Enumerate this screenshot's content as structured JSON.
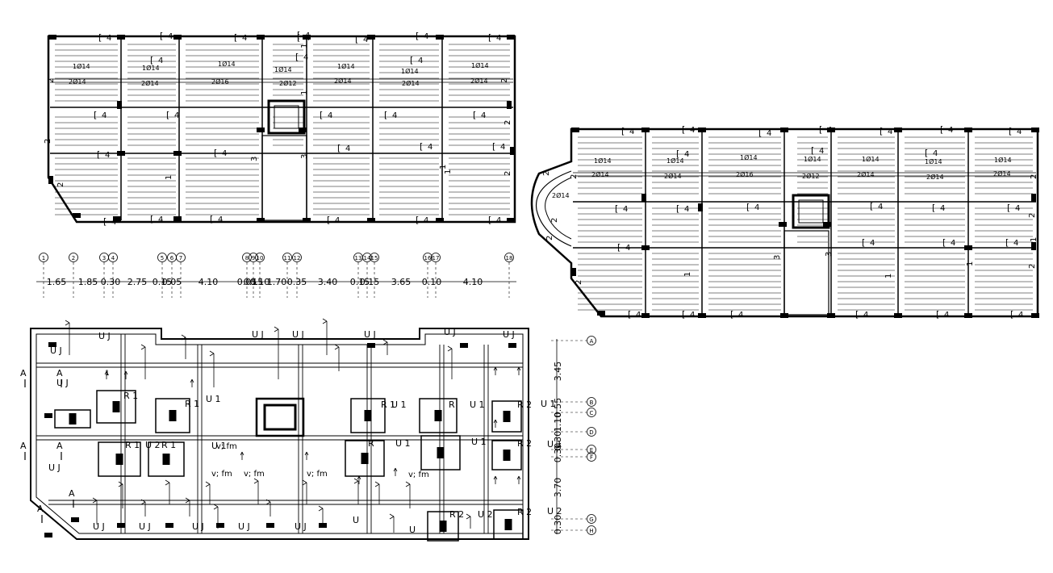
{
  "slab_plan_1": {
    "rebar_labels": [
      "1Ø14",
      "2Ø14",
      "1Ø14",
      "2Ø14",
      "1Ø14",
      "2Ø16",
      "1Ø14",
      "2Ø12",
      "1Ø14",
      "2Ø14",
      "1Ø14",
      "2Ø14",
      "1Ø14",
      "2Ø14"
    ],
    "bar_marks": [
      "4",
      "4",
      "4",
      "4",
      "4",
      "4",
      "4",
      "4",
      "4",
      "4",
      "4",
      "4",
      "4",
      "4",
      "4",
      "4",
      "4",
      "4",
      "4",
      "4",
      "4",
      "4",
      "4",
      "4",
      "4",
      "4",
      "4"
    ],
    "edge_marks": [
      "2",
      "2",
      "2",
      "2",
      "2",
      "2",
      "1",
      "1",
      "1",
      "3",
      "3",
      "1",
      "1"
    ]
  },
  "slab_plan_2": {
    "rebar_labels": [
      "1Ø14",
      "2Ø14",
      "2Ø14",
      "1Ø14",
      "2Ø14",
      "1Ø14",
      "2Ø16",
      "1Ø14",
      "2Ø12",
      "1Ø14",
      "2Ø14",
      "1Ø14",
      "2Ø14",
      "1Ø14",
      "2Ø14"
    ],
    "bar_marks": [
      "4",
      "4",
      "4",
      "4",
      "4",
      "4",
      "4",
      "4",
      "4",
      "4",
      "4",
      "4",
      "4",
      "4",
      "4",
      "4",
      "4",
      "4",
      "4",
      "4",
      "4",
      "4",
      "4",
      "4",
      "4",
      "4"
    ],
    "edge_marks": [
      "2",
      "2",
      "2",
      "2",
      "2",
      "2",
      "2",
      "1",
      "1",
      "1",
      "1",
      "3",
      "3",
      "2"
    ]
  },
  "axis_bubbles": [
    "1",
    "2",
    "3",
    "4",
    "5",
    "6",
    "7",
    "8",
    "9",
    "10",
    "11",
    "12",
    "13",
    "14",
    "15",
    "16",
    "17",
    "18"
  ],
  "horizontal_dimensions": [
    "1.65",
    "1.85",
    "0.30",
    "2.75",
    "0.15",
    "0.05",
    "4.10",
    "0.05",
    "0.15",
    "0.10",
    "1.70",
    "0.35",
    "3.40",
    "0.15",
    "0.15",
    "3.65",
    "0.10",
    "4.10"
  ],
  "foundation_plan": {
    "section_marks": [
      "A",
      "A",
      "A",
      "A",
      "A",
      "A"
    ],
    "u_labels": [
      "U J",
      "U J",
      "U J",
      "U J",
      "U J",
      "U J",
      "U J",
      "U J",
      "U J",
      "U J",
      "U J",
      "U J",
      "U J",
      "U J",
      "U",
      "U",
      "U 1",
      "U 1",
      "U 1",
      "U 1",
      "U 1",
      "U 1",
      "U 1",
      "U 1",
      "U 2",
      "U 2",
      "U 2"
    ],
    "footing_labels": [
      "R 1",
      "R 1",
      "R 1",
      "R 1",
      "R 1",
      "R",
      "R",
      "R 2",
      "R 2",
      "R 2",
      "R 2"
    ],
    "vfm_labels": [
      "v; fm",
      "v; fm",
      "v; fm",
      "v; fm",
      "v; fm"
    ],
    "marks": [
      "1"
    ]
  },
  "grid_rows": {
    "bubbles": [
      "A",
      "B",
      "C",
      "D",
      "E",
      "F",
      "G",
      "H"
    ],
    "dimensions": [
      "3.45",
      "0.55",
      "1.10",
      "0.30",
      "0.30",
      "3.70",
      "0.30"
    ]
  }
}
